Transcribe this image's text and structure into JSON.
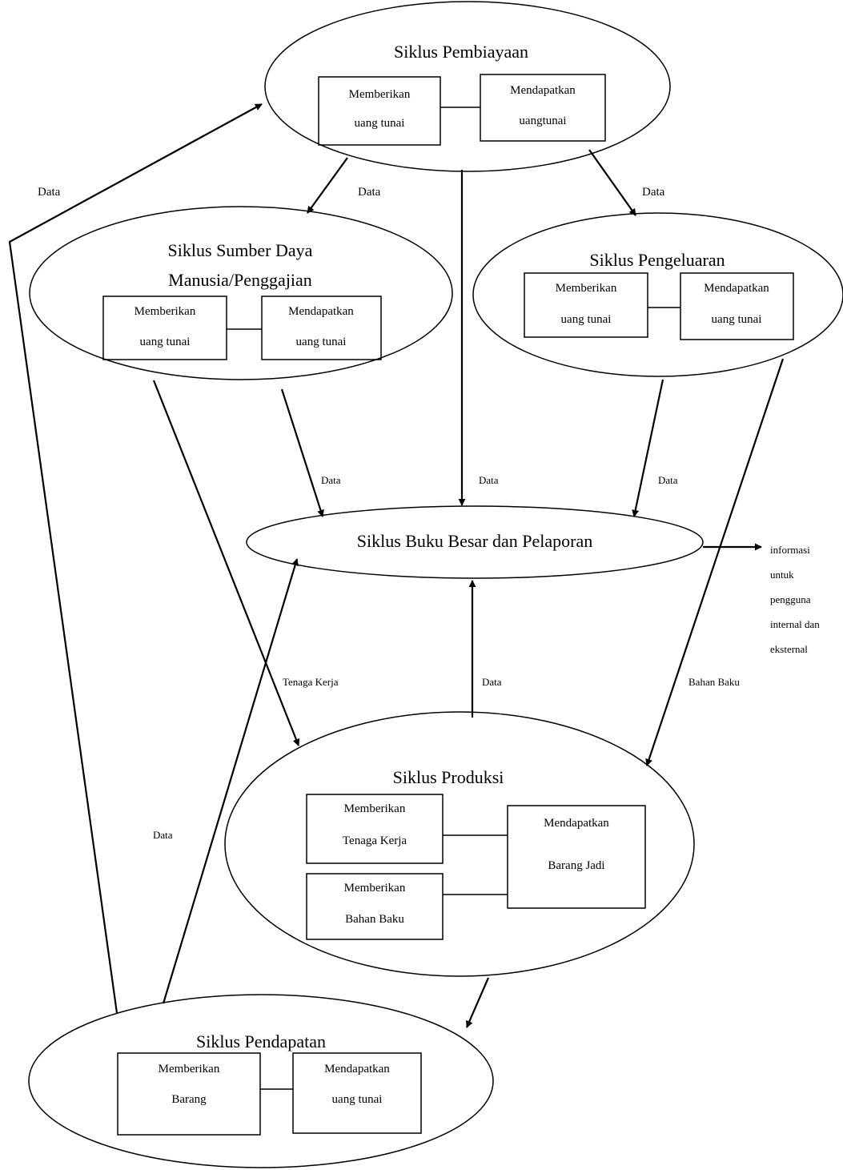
{
  "cycles": {
    "pembiayaan": {
      "title": "Siklus Pembiayaan",
      "box_left": [
        "Memberikan",
        "uang tunai"
      ],
      "box_right": [
        "Mendapatkan",
        "uangtunai"
      ]
    },
    "sdm": {
      "title_line1": "Siklus Sumber Daya",
      "title_line2": "Manusia/Penggajian",
      "box_left": [
        "Memberikan",
        "uang tunai"
      ],
      "box_right": [
        "Mendapatkan",
        "uang tunai"
      ]
    },
    "pengeluaran": {
      "title": "Siklus Pengeluaran",
      "box_left": [
        "Memberikan",
        "uang tunai"
      ],
      "box_right": [
        "Mendapatkan",
        "uang tunai"
      ]
    },
    "buku_besar": {
      "title": "Siklus Buku Besar dan Pelaporan"
    },
    "produksi": {
      "title": "Siklus Produksi",
      "box_top_left": [
        "Memberikan",
        "Tenaga Kerja"
      ],
      "box_bottom_left": [
        "Memberikan",
        "Bahan Baku"
      ],
      "box_right": [
        "Mendapatkan",
        "Barang Jadi"
      ]
    },
    "pendapatan": {
      "title": "Siklus Pendapatan",
      "box_left": [
        "Memberikan",
        "Barang"
      ],
      "box_right": [
        "Mendapatkan",
        "uang tunai"
      ]
    }
  },
  "flow_labels": {
    "data_outer_left": "Data",
    "data_to_sdm": "Data",
    "data_to_pengeluaran": "Data",
    "data_sdm_to_bb": "Data",
    "data_pembiayaan_to_bb": "Data",
    "data_pengeluaran_to_bb": "Data",
    "tenaga_kerja": "Tenaga Kerja",
    "data_produksi_to_bb": "Data",
    "bahan_baku": "Bahan Baku",
    "data_pendapatan_to_bb": "Data"
  },
  "output_info": [
    "informasi",
    "untuk",
    "pengguna",
    "internal dan",
    "eksternal"
  ]
}
